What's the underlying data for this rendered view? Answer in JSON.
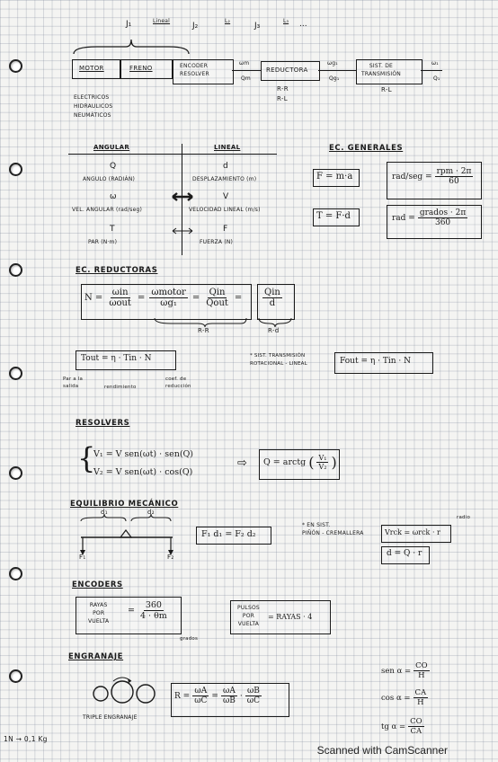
{
  "top": {
    "j1": "J₁",
    "linea": "Lineal",
    "j2": "J₂",
    "l2": "L₂",
    "j3": "J₃",
    "l3": "L₃",
    "dots": "...",
    "motor": "MOTOR",
    "freno": "FRENO",
    "encoder": "ENCODER\nRESOLVER",
    "wm": "ωm",
    "qm": "Qm",
    "reductora": "REDUCTORA",
    "rr": "R-R\nR-L",
    "wg1": "ωg₁",
    "qg1": "Qg₁",
    "sist": "SIST. DE\nTRANSMISIÓN",
    "rl": "R-L",
    "w1": "ω₁",
    "q1": "Q₁",
    "motor_types": "ELECTRICOS\nHIDRAULICOS\nNEUMÁTICOS"
  },
  "angular": {
    "title": "ANGULAR",
    "lineal": "LINEAL",
    "q": "Q",
    "q_desc": "ANGULO (RADIÁN)",
    "w": "ω",
    "w_desc": "VEL. ANGULAR (rad/seg)",
    "t": "T",
    "t_desc": "PAR (N·m)",
    "d": "d",
    "d_desc": "DESPLAZAMIENTO (m)",
    "v": "V",
    "v_desc": "VELOCIDAD LINEAL (m/s)",
    "f": "F",
    "f_desc": "FUERZA (N)"
  },
  "generales": {
    "title": "EC. GENERALES",
    "f_ma": "F = m·a",
    "t_fd": "T = F·d",
    "rad_seg_lhs": "rad/seg =",
    "rad_seg_num": "rpm · 2π",
    "rad_seg_den": "60",
    "rad_lhs": "rad =",
    "rad_num": "grados · 2π",
    "rad_den": "360"
  },
  "reductoras": {
    "title": "EC. REDUCTORAS",
    "n": "N =",
    "f1_num": "ωin",
    "f1_den": "ωout",
    "f2_num": "ωmotor",
    "f2_den": "ωg₁",
    "f3_num": "Qin",
    "f3_den": "Qout",
    "f4_num": "Qin",
    "f4_den": "d",
    "rr": "R-R",
    "rd": "R-d",
    "tout": "Tout = η · Tin · N",
    "par_salida": "Par a la\nsalida",
    "rendimiento": "rendimiento",
    "coef": "coef. de\nreducción",
    "sist_note": "* SIST. TRANSMISIÓN\nROTACIONAL - LINEAL",
    "fout": "Fout = η · Tin · N"
  },
  "resolvers": {
    "title": "RESOLVERS",
    "v1": "V₁ = V sen(ωt) · sen(Q)",
    "v2": "V₂ = V sen(ωt) · cos(Q)",
    "arrow": "⇨",
    "q_lhs": "Q = arctg",
    "q_num": "V₁",
    "q_den": "V₂"
  },
  "equilibrio": {
    "title": "EQUILIBRIO MECÁNICO",
    "d1": "d₁",
    "d2": "d₂",
    "f1": "F₁",
    "f2": "F₂",
    "eq": "F₁ d₁ = F₂ d₂",
    "note": "* EN SIST.\nPIÑÓN - CREMALLERA",
    "vrck": "Vrck = ωrck · r",
    "radio": "radio",
    "d_eq": "d = Q · r"
  },
  "encoders": {
    "title": "ENCODERS",
    "rayas": "RAYAS\nPOR\nVUELTA",
    "num": "360",
    "den": "4 · θm",
    "grados": "grados",
    "pulsos": "PULSOS\nPOR\nVUELTA",
    "pulsos_eq": "= RAYAS · 4"
  },
  "engranaje": {
    "title": "ENGRANAJE",
    "triple": "TRIPLE ENGRANAJE",
    "r": "R =",
    "a_num": "ωA",
    "a_den": "ωC",
    "b_num": "ωA",
    "b_den": "ωB",
    "c_num": "ωB",
    "c_den": "ωC"
  },
  "trig": {
    "sen": "sen α =",
    "sen_num": "CO",
    "sen_den": "H",
    "cos": "cos α =",
    "cos_num": "CA",
    "cos_den": "H",
    "tg": "tg α =",
    "tg_num": "CO",
    "tg_den": "CA"
  },
  "misc": {
    "newton": "1N → 0,1 Kg",
    "scanned": "Scanned with CamScanner"
  }
}
